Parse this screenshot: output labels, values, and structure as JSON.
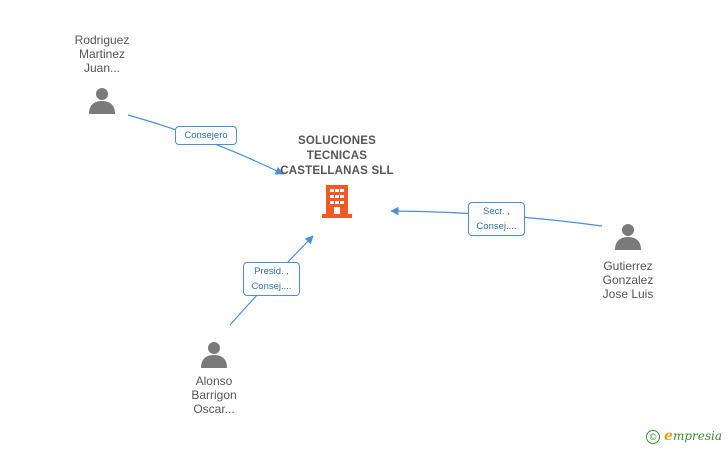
{
  "company": {
    "name_lines": [
      "SOLUCIONES",
      "TECNICAS",
      "CASTELLANAS SLL"
    ],
    "icon": "building-icon",
    "color": "#f15a24"
  },
  "people": [
    {
      "id": "rodriguez",
      "lines": [
        "Rodriguez",
        "Martinez",
        "Juan..."
      ],
      "icon": "person-icon"
    },
    {
      "id": "gutierrez",
      "lines": [
        "Gutierrez",
        "Gonzalez",
        "Jose Luis"
      ],
      "icon": "person-icon"
    },
    {
      "id": "alonso",
      "lines": [
        "Alonso",
        "Barrigon",
        "Oscar..."
      ],
      "icon": "person-icon"
    }
  ],
  "edges": [
    {
      "from": "rodriguez",
      "label_lines": [
        "Consejero"
      ]
    },
    {
      "from": "gutierrez",
      "label_lines": [
        "Secr. ,",
        "Consej...."
      ]
    },
    {
      "from": "alonso",
      "label_lines": [
        "Presid. ,",
        "Consej...."
      ]
    }
  ],
  "brand": {
    "copyright": "©",
    "name_first": "e",
    "name_rest": "mpresia"
  },
  "colors": {
    "edge": "#4a90d9",
    "person": "#7a7a7a",
    "text": "#555555",
    "brand_green": "#3c8d2f",
    "brand_orange": "#f39a1d"
  }
}
